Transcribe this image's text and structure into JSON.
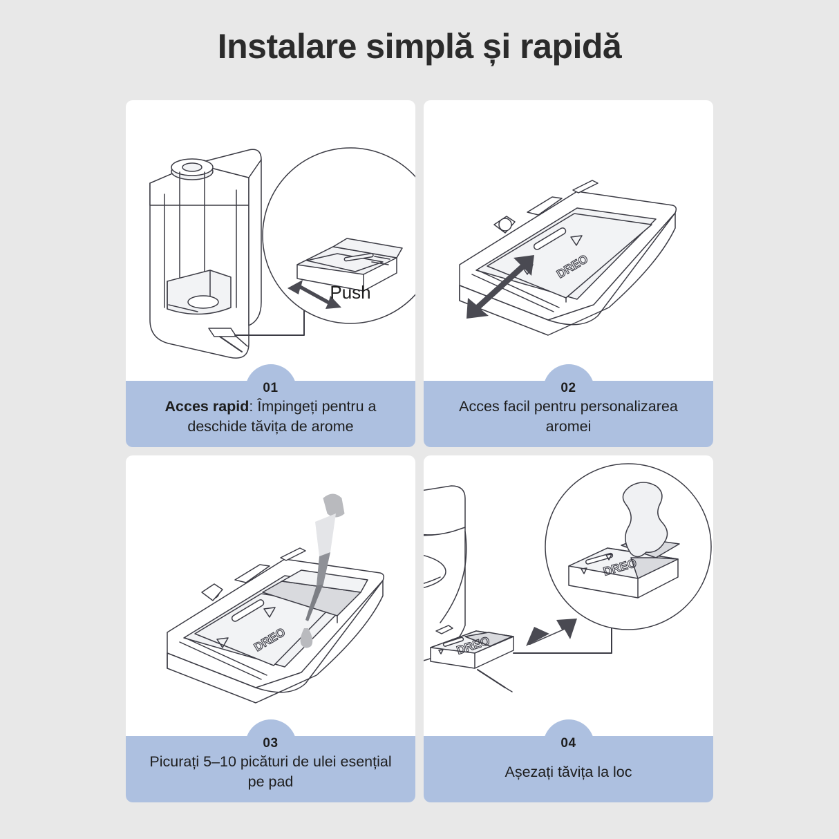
{
  "title": "Instalare simplă și rapidă",
  "theme": {
    "page_background": "#e8e8e8",
    "card_background": "#ffffff",
    "caption_band": "#adc0e0",
    "text": "#1d1d1d",
    "line_art": "#3b3b44",
    "arrow": "#4a4a52"
  },
  "steps": [
    {
      "number": "01",
      "caption_lead": "Acces rapid",
      "caption_sep": ": ",
      "caption_rest": "Împingeți pentru a deschide tăvița de arome",
      "illustration": {
        "name": "humidifier-with-push-callout",
        "callout_label": "Push"
      }
    },
    {
      "number": "02",
      "caption_lead": "",
      "caption_sep": "",
      "caption_rest": "Acces facil pentru personalizarea aromei",
      "illustration": {
        "name": "aroma-tray-slide",
        "brand_logo": "DREO"
      }
    },
    {
      "number": "03",
      "caption_lead": "",
      "caption_sep": "",
      "caption_rest": "Picurați 5–10 picături de ulei esențial pe pad",
      "illustration": {
        "name": "dropper-over-aroma-pad",
        "brand_logo": "DREO"
      }
    },
    {
      "number": "04",
      "caption_lead": "",
      "caption_sep": "",
      "caption_rest": "Așezați tăvița la loc",
      "illustration": {
        "name": "insert-tray-with-mist-callout",
        "brand_logo": "DREO"
      }
    }
  ]
}
